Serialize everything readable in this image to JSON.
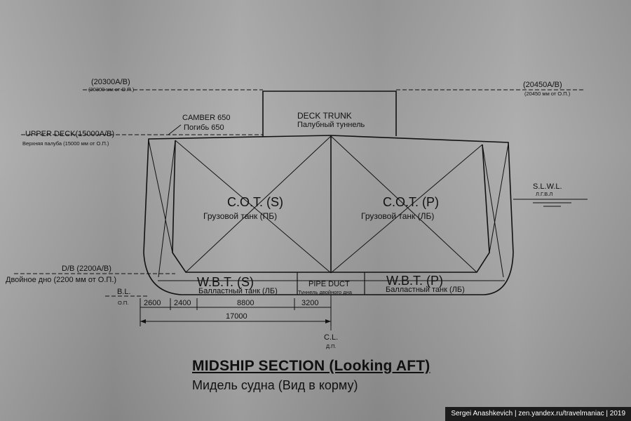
{
  "levels": {
    "left_top": "(20300A/B)",
    "left_top_sub": "(20300 мм от О.П.)",
    "right_top": "(20450A/B)",
    "right_top_sub": "(20450 мм от О.П.)",
    "camber": "CAMBER 650",
    "camber_sub": "Погибь 650",
    "upper_deck": "UPPER DECK(15000A/B)",
    "upper_deck_sub": "Верхняя палуба (15000  мм от О.П.)",
    "db": "D/B (2200A/B)",
    "db_sub": "Двойное дно (2200  мм от О.П.)",
    "bl": "B.L.",
    "bl_sub": "О.П.",
    "slwl": "S.L.W.L.",
    "slwl_sub": "Л.Г.В.Л",
    "cl": "C.L.",
    "cl_sub": "Д.П."
  },
  "compartments": {
    "deck_trunk": "DECK TRUNK",
    "deck_trunk_sub": "Палубный туннель",
    "cot_s": "C.O.T. (S)",
    "cot_s_sub": "Грузовой танк (ПБ)",
    "cot_p": "C.O.T. (P)",
    "cot_p_sub": "Грузовой танк (ЛБ)",
    "wbt_s": "W.B.T. (S)",
    "wbt_s_sub": "Балластный танк (ЛБ)",
    "wbt_p": "W.B.T. (P)",
    "wbt_p_sub": "Балластный танк (ЛБ)",
    "pipe_duct": "PIPE DUCT",
    "pipe_duct_sub": "Туннель двойного дна"
  },
  "dimensions": {
    "d1": "2600",
    "d2": "2400",
    "d3": "8800",
    "d4": "3200",
    "total": "17000"
  },
  "title": "MIDSHIP SECTION (Looking AFT)",
  "subtitle": "Мидель судна (Вид в корму)",
  "credit": "Sergei Anashkevich | zen.yandex.ru/travelmaniac | 2019",
  "colors": {
    "ink": "#111111",
    "plate": "#a0a0a0",
    "credit_bg": "#1c1c1c"
  }
}
